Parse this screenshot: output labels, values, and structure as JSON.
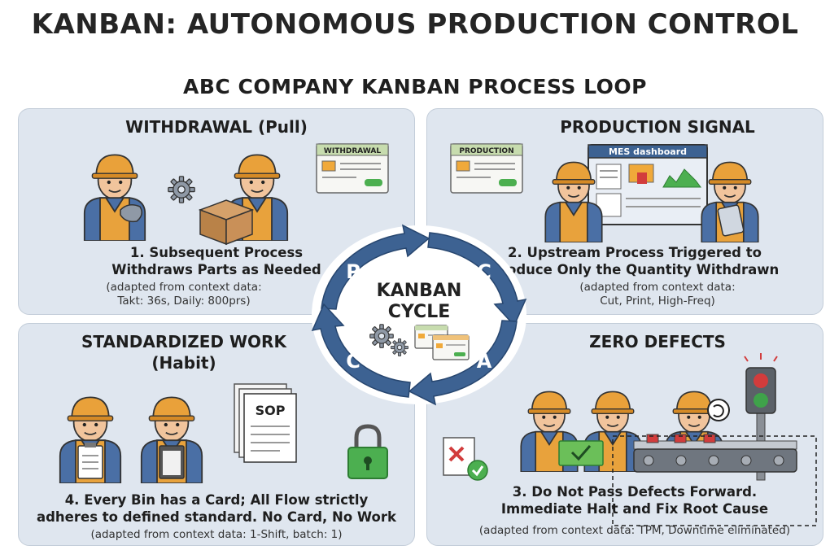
{
  "header": {
    "title": "KANBAN: AUTONOMOUS PRODUCTION CONTROL",
    "subtitle": "ABC COMPANY KANBAN PROCESS LOOP"
  },
  "panels": {
    "withdrawal": {
      "title": "WITHDRAWAL (Pull)",
      "card_label": "WITHDRAWAL",
      "step_line1": "1. Subsequent Process",
      "step_line2": "Withdraws Parts as Needed",
      "note_line1": "(adapted from context data:",
      "note_line2": "Takt: 36s, Daily: 800prs)"
    },
    "production": {
      "title": "PRODUCTION SIGNAL",
      "card_label": "PRODUCTION",
      "screen_label": "MES dashboard",
      "step_line1": "2. Upstream Process Triggered to",
      "step_line2": "Produce Only the Quantity Withdrawn",
      "note_line1": "(adapted from context data:",
      "note_line2": "Cut, Print, High-Freq)"
    },
    "standardized": {
      "title_line1": "STANDARDIZED WORK",
      "title_line2": "(Habit)",
      "doc_label": "SOP",
      "step_line1": "4. Every Bin has a Card; All Flow strictly",
      "step_line2": "adheres to defined standard. No Card, No Work",
      "note_line1": "(adapted from context data: 1-Shift, batch: 1)"
    },
    "defects": {
      "title": "ZERO DEFECTS",
      "step_line1": "3. Do Not Pass Defects Forward.",
      "step_line2": "Immediate Halt and Fix Root Cause",
      "note_line1": "(adapted from context data: TPM, Downtime eliminated)"
    }
  },
  "cycle": {
    "center_line1": "KANBAN",
    "center_line2": "CYCLE",
    "letters": [
      "P",
      "C",
      "A",
      "C"
    ]
  },
  "colors": {
    "panel_bg": "#dfe6ef",
    "arrow_blue": "#3d6292",
    "helmet": "#e9a13a",
    "vest": "#e8a23c",
    "shirt": "#4a6fa5",
    "green": "#3fa24a",
    "red": "#d23c3c"
  },
  "icons": [
    "gear-icon",
    "box-icon",
    "kanban-card-icon",
    "monitor-icon",
    "tablet-icon",
    "clipboard-icon",
    "sop-document-icon",
    "padlock-icon",
    "reject-document-icon",
    "traffic-light-icon",
    "conveyor-icon",
    "rotate-icon"
  ]
}
